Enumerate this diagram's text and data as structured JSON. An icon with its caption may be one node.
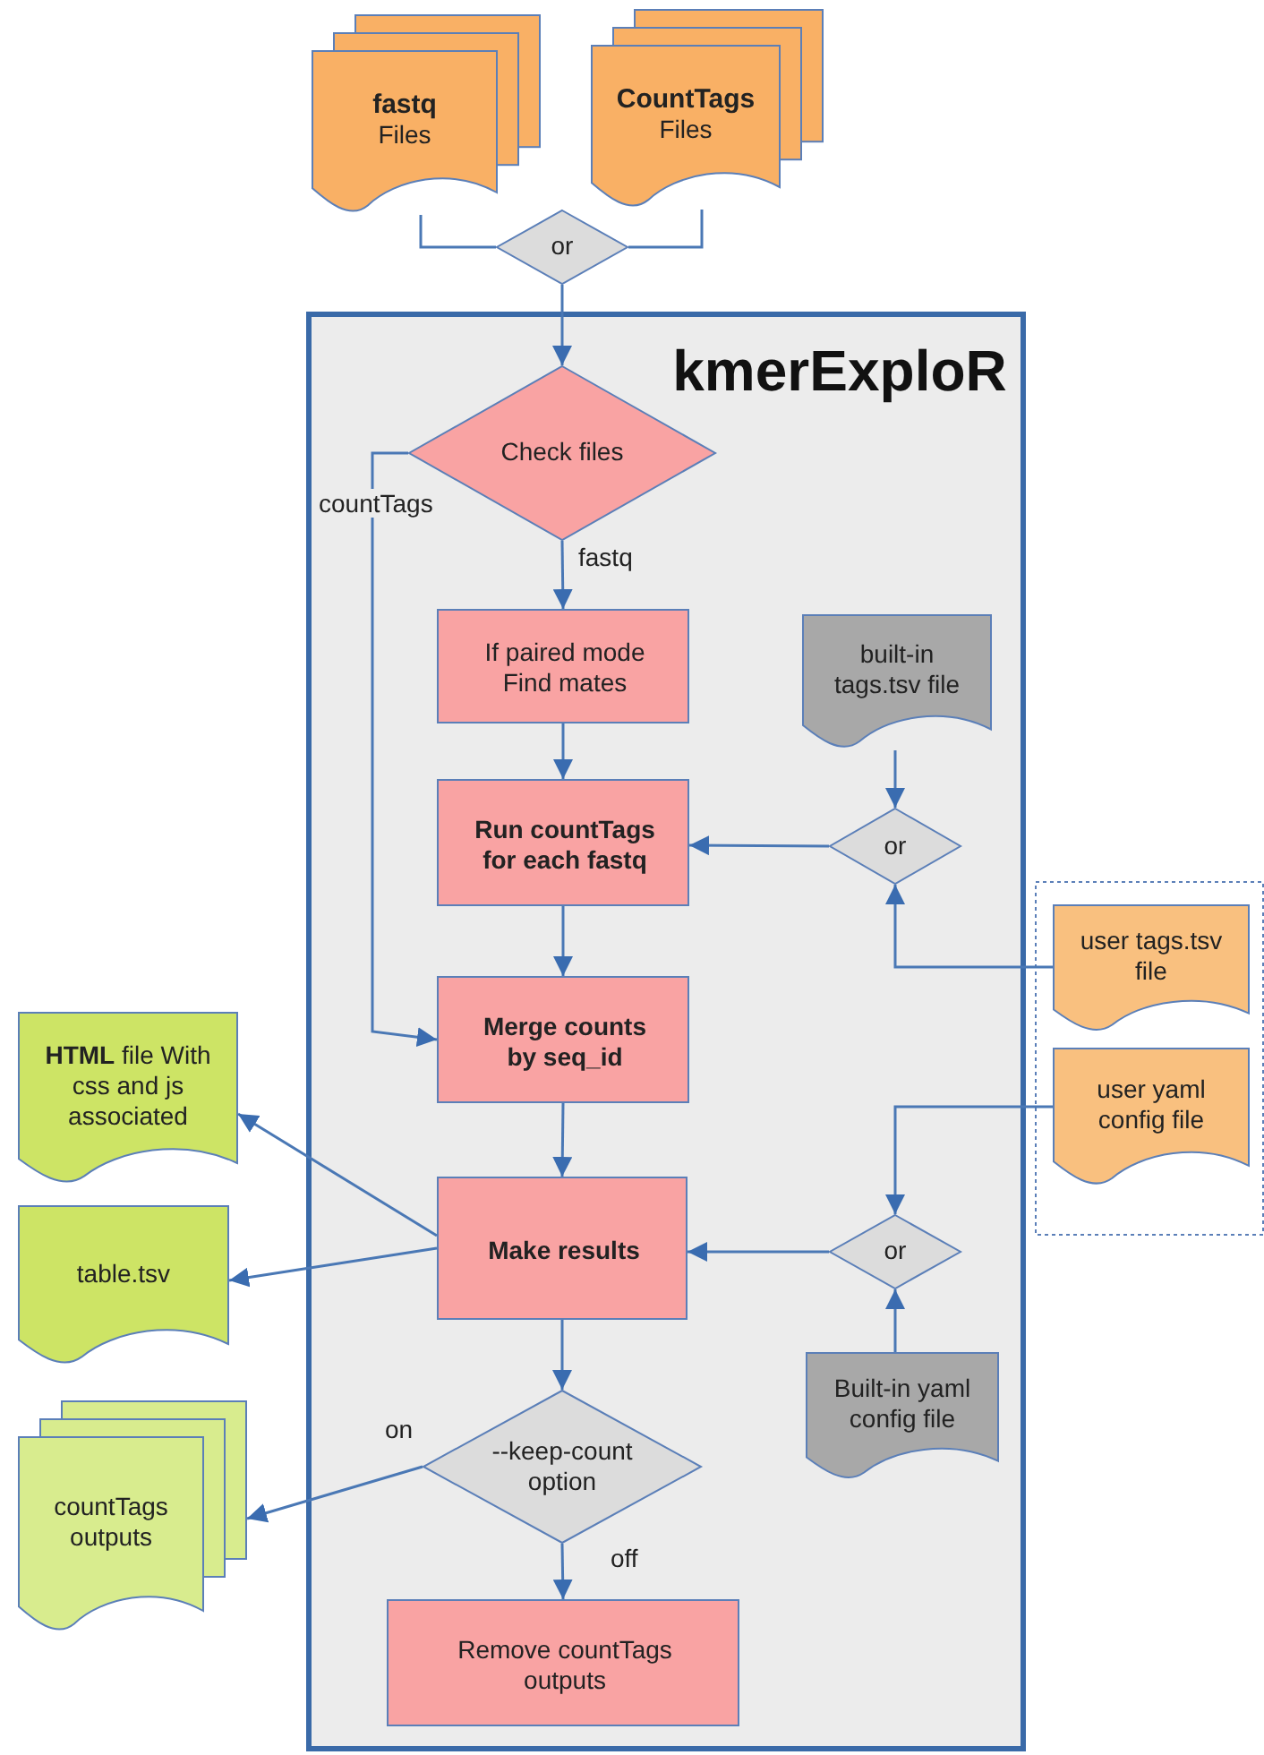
{
  "diagram": {
    "nodes": [
      {
        "text": [
          "fastq",
          "Files"
        ]
      },
      {
        "text": [
          "CountTags",
          "Files"
        ]
      },
      {
        "text": [
          "or"
        ]
      },
      {
        "text": [
          "kmerExploR"
        ]
      },
      {
        "text": [
          "Check files"
        ],
        "in": 3
      },
      {
        "text": [
          "If paired mode Find mates"
        ],
        "in": 3
      },
      {
        "text": [
          "Run countTags for each fastq"
        ],
        "in": 3
      },
      {
        "text": [
          "Merge counts by seq_id"
        ],
        "in": 3
      },
      {
        "text": [
          "Make results"
        ],
        "in": 3
      },
      {
        "text": [
          "--keep-count option"
        ],
        "in": 3
      },
      {
        "text": [
          "Remove countTags outputs"
        ],
        "in": 3
      },
      {
        "text": [
          "built-in tags.tsv file"
        ],
        "in": 3
      },
      {
        "text": [
          "or"
        ],
        "in": 3
      },
      {
        "text": [
          "user tags.tsv file"
        ]
      },
      {
        "text": [
          "user yaml config file"
        ]
      },
      {
        "text": [
          "or"
        ],
        "in": 3
      },
      {
        "text": [
          "Built-in yaml config file"
        ],
        "in": 3
      },
      {
        "text": [
          "**HTML** file With css and js associated"
        ]
      },
      {
        "text": [
          "table.tsv"
        ]
      },
      {
        "text": [
          "countTags outputs"
        ]
      }
    ],
    "edges": [
      {
        "from": 0,
        "to": 2,
        "arrow": "none"
      },
      {
        "from": 1,
        "to": 2,
        "arrow": "none"
      },
      {
        "from": 2,
        "to": 4,
        "arrow": "to"
      },
      {
        "from": 4,
        "to": 5,
        "arrow": "to",
        "label": "fastq"
      },
      {
        "from": 4,
        "to": 7,
        "arrow": "to",
        "label": "countTags"
      },
      {
        "from": 5,
        "to": 6,
        "arrow": "to"
      },
      {
        "from": 6,
        "to": 7,
        "arrow": "to"
      },
      {
        "from": 7,
        "to": 8,
        "arrow": "to"
      },
      {
        "from": 11,
        "to": 12,
        "arrow": "to"
      },
      {
        "from": 12,
        "to": 6,
        "arrow": "to"
      },
      {
        "from": 13,
        "to": 12,
        "arrow": "to"
      },
      {
        "from": 14,
        "to": 15,
        "arrow": "to"
      },
      {
        "from": 16,
        "to": 15,
        "arrow": "to"
      },
      {
        "from": 15,
        "to": 8,
        "arrow": "to"
      },
      {
        "from": 8,
        "to": 17,
        "arrow": "to"
      },
      {
        "from": 8,
        "to": 18,
        "arrow": "to"
      },
      {
        "from": 8,
        "to": 9,
        "arrow": "to"
      },
      {
        "from": 9,
        "to": 19,
        "arrow": "to",
        "label": "on"
      },
      {
        "from": 9,
        "to": 10,
        "arrow": "to",
        "label": "off"
      }
    ]
  }
}
